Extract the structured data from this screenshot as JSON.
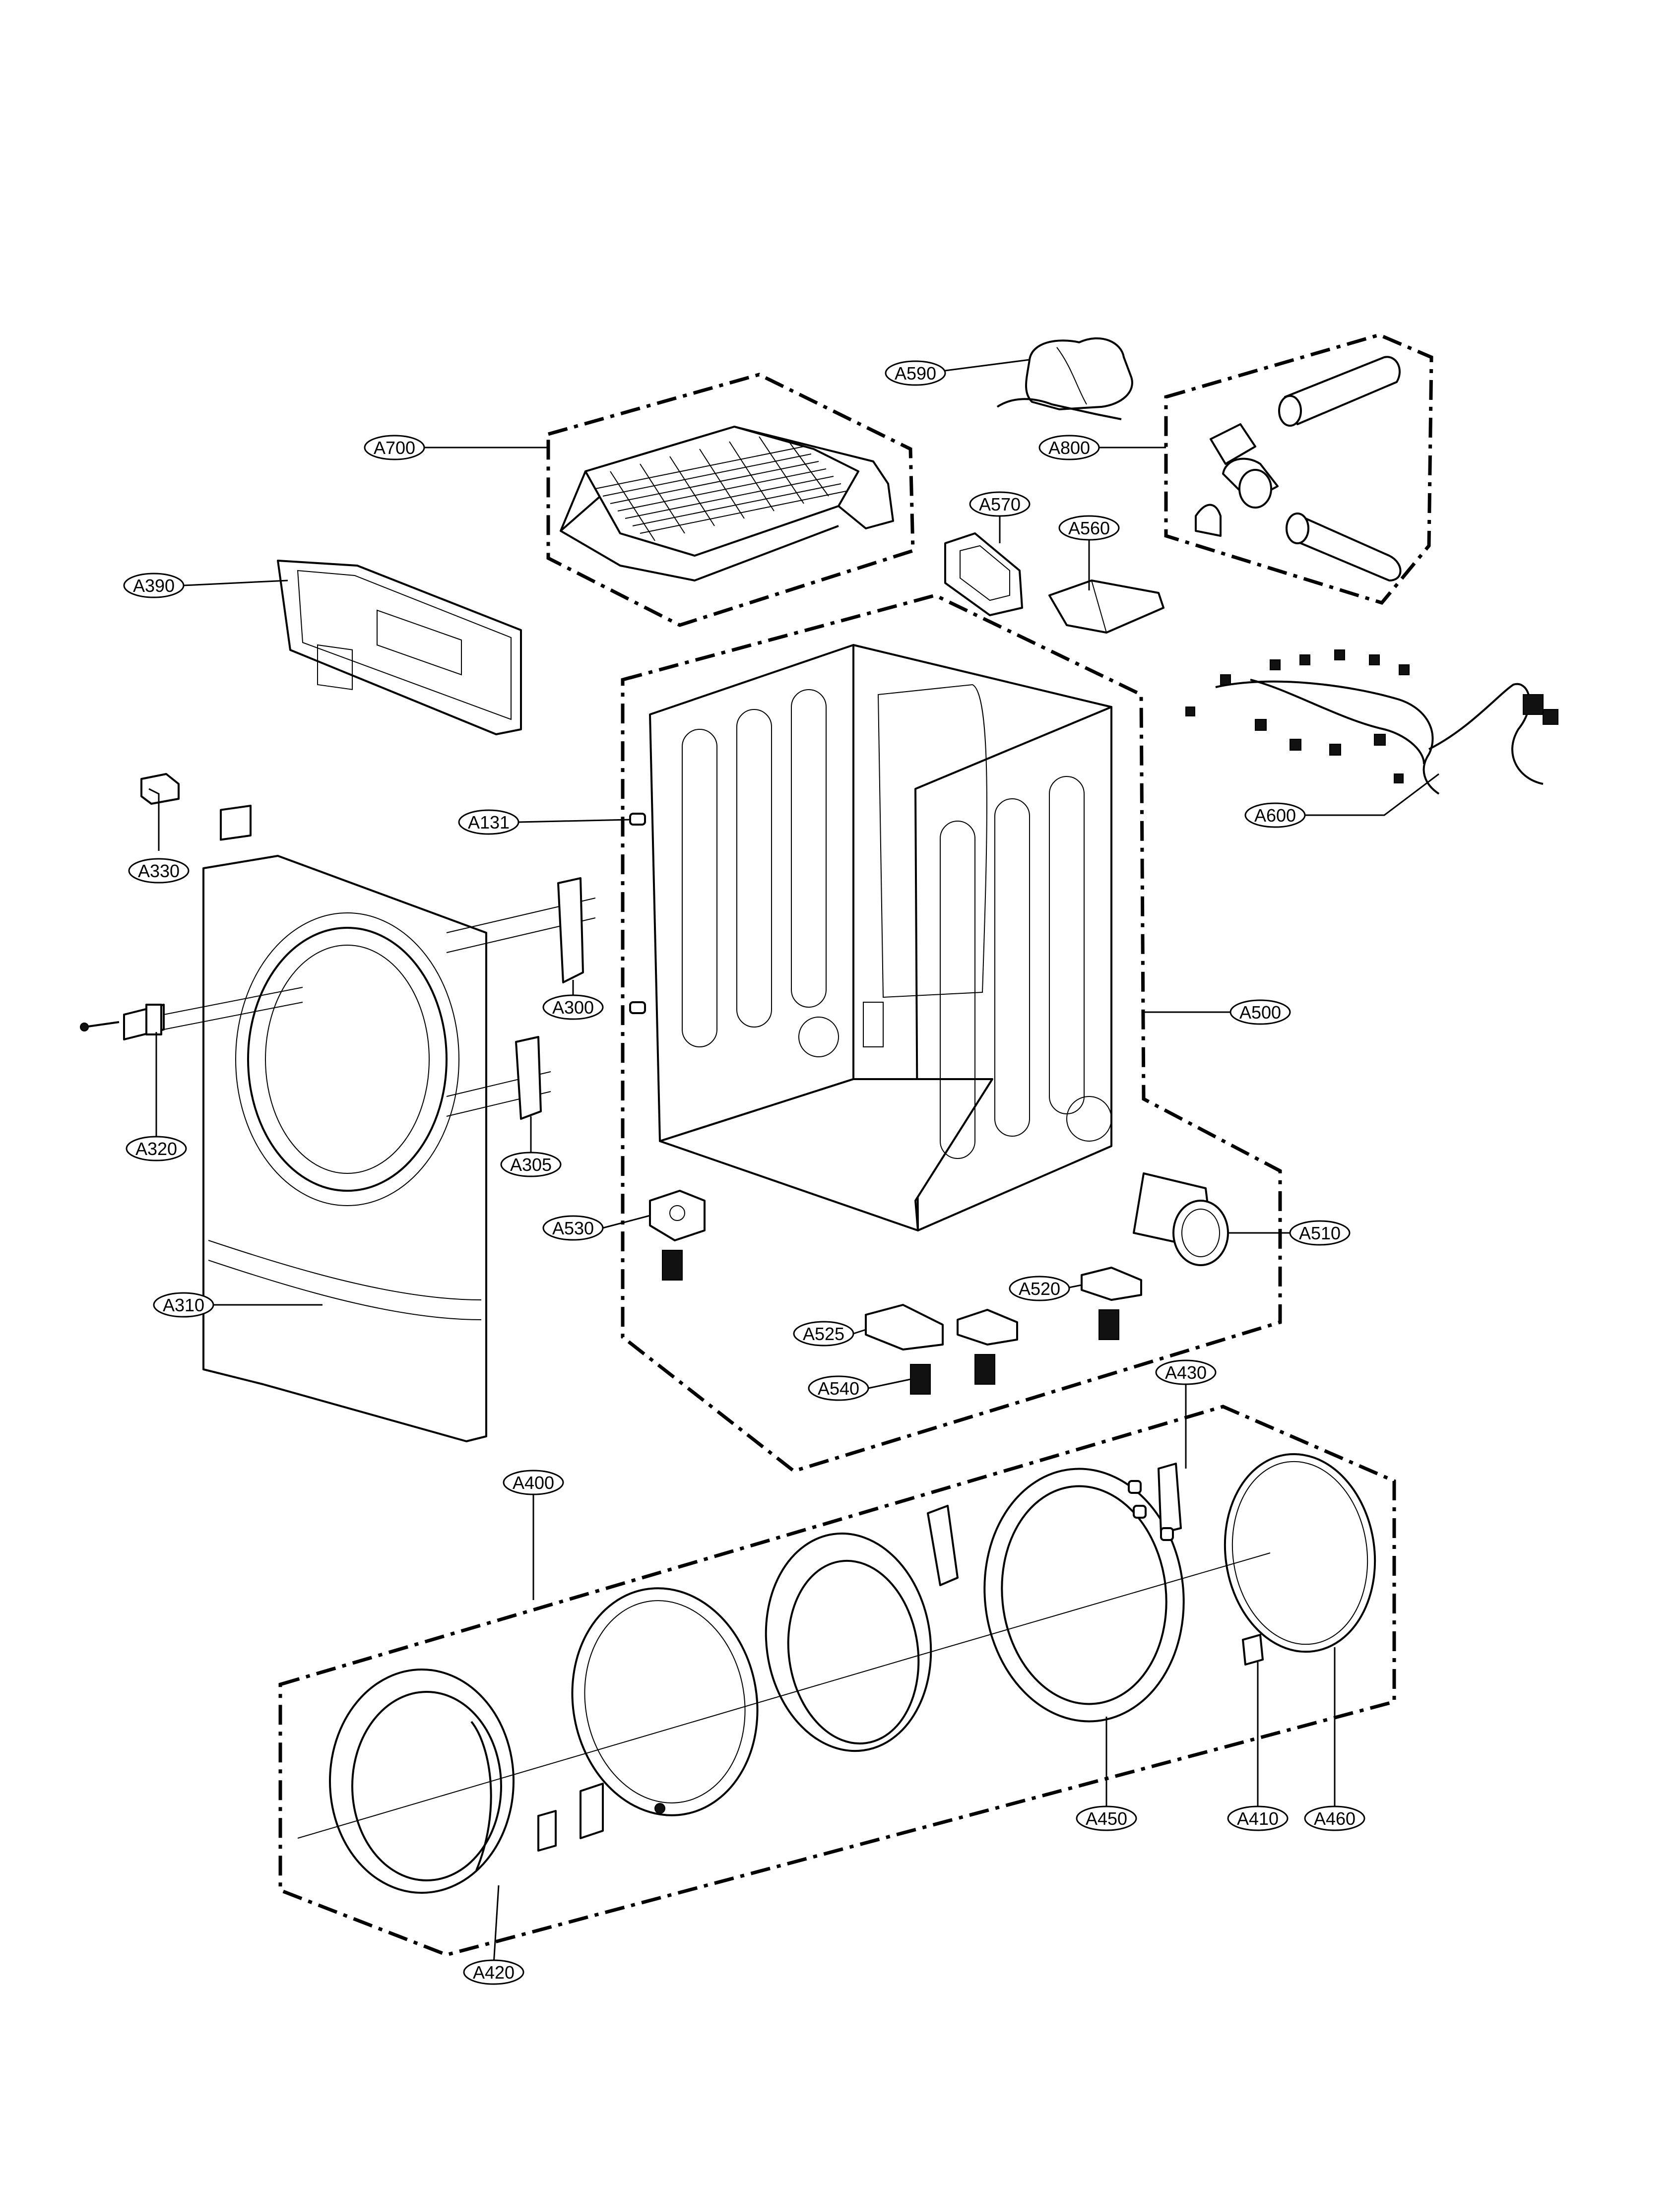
{
  "labels": {
    "a700": "A700",
    "a590": "A590",
    "a800": "A800",
    "a570": "A570",
    "a560": "A560",
    "a390": "A390",
    "a600": "A600",
    "a131": "A131",
    "a330": "A330",
    "a300": "A300",
    "a500": "A500",
    "a320": "A320",
    "a305": "A305",
    "a530": "A530",
    "a510": "A510",
    "a520": "A520",
    "a310": "A310",
    "a525": "A525",
    "a540": "A540",
    "a430": "A430",
    "a400": "A400",
    "a450": "A450",
    "a410": "A410",
    "a460": "A460",
    "a420": "A420"
  }
}
